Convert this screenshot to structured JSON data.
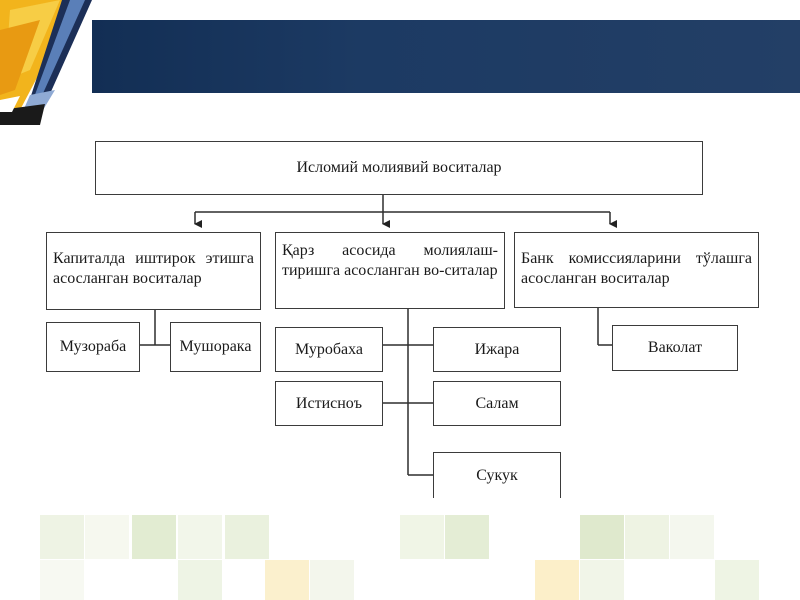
{
  "diagram": {
    "root": "Исломий молиявий воситалар",
    "categories": [
      {
        "label": "Капиталда иштирок этишга асосланган воситалар",
        "children": [
          "Музораба",
          "Мушорака"
        ]
      },
      {
        "label": "Қарз асосида молиялаш-тиришга асосланган во-ситалар",
        "children": [
          "Муробаха",
          "Ижара",
          "Истисноъ",
          "Салам",
          "Сукук"
        ]
      },
      {
        "label": "Банк комиссияларини тўлашга асосланган воситалар",
        "children": [
          "Ваколат"
        ]
      }
    ]
  },
  "colors": {
    "header": "#1c3a63",
    "box_border": "#3b3b3b",
    "tile_green": "#e2ecd2",
    "tile_yellow": "#fbf0cd"
  }
}
